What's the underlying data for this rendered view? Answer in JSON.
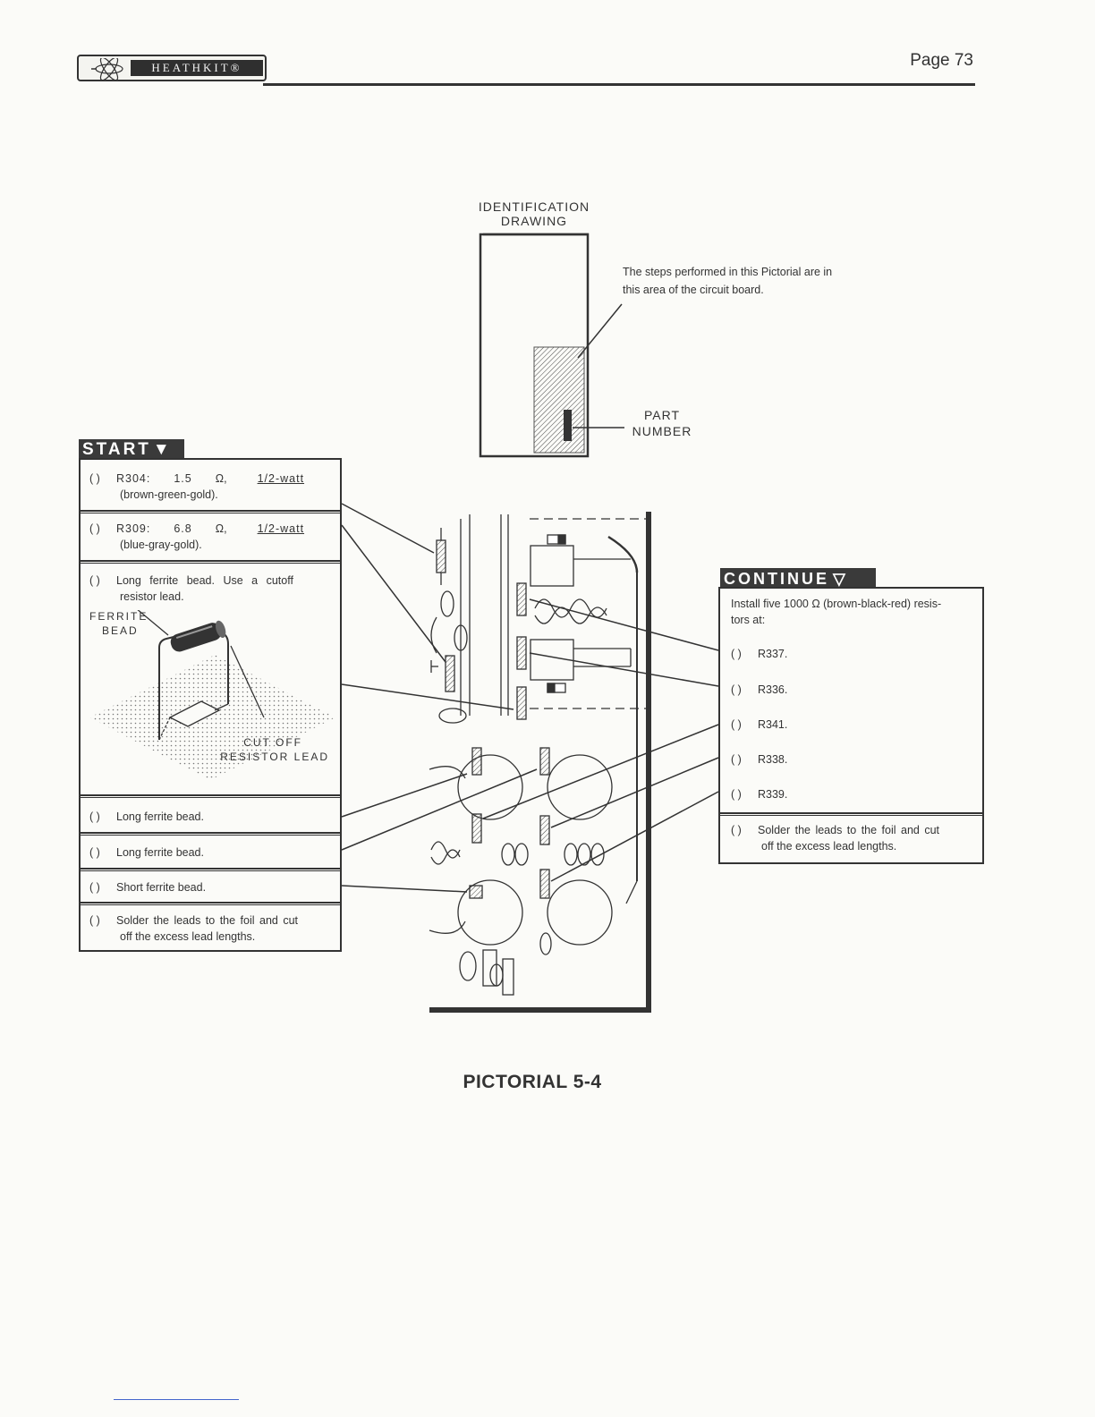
{
  "header": {
    "logo_text": "HEATHKIT®",
    "page_label": "Page 73"
  },
  "identification": {
    "title_line1": "IDENTIFICATION",
    "title_line2": "DRAWING",
    "note_line1": "The steps performed in this Pictorial are in",
    "note_line2": "this area of the circuit board.",
    "part_line1": "PART",
    "part_line2": "NUMBER"
  },
  "start": {
    "tag": "START",
    "steps": [
      {
        "check": "(  )",
        "text_a": "R304:",
        "text_b": "1.5",
        "text_c": "Ω,",
        "text_d": "1/2-watt",
        "line2": "(brown-green-gold)."
      },
      {
        "check": "(  )",
        "text_a": "R309:",
        "text_b": "6.8",
        "text_c": "Ω,",
        "text_d": "1/2-watt",
        "line2": "(blue-gray-gold)."
      },
      {
        "check": "(  )",
        "line1": "Long ferrite bead. Use a cutoff",
        "line2": "resistor lead."
      },
      {
        "check": "(  )",
        "line1": "Long ferrite bead."
      },
      {
        "check": "(  )",
        "line1": "Long ferrite bead."
      },
      {
        "check": "(  )",
        "line1": "Short ferrite bead."
      },
      {
        "check": "(  )",
        "line1": "Solder the leads to the foil and cut",
        "line2": "off the excess lead lengths."
      }
    ],
    "ferrite_label1": "FERRITE",
    "ferrite_label2": "BEAD",
    "cutoff_label1": "CUT OFF",
    "cutoff_label2": "RESISTOR LEAD"
  },
  "continue": {
    "tag": "CONTINUE",
    "intro_line1": "Install five 1000 Ω (brown-black-red) resis-",
    "intro_line2": "tors at:",
    "items": [
      {
        "check": "(  )",
        "label": "R337."
      },
      {
        "check": "(  )",
        "label": "R336."
      },
      {
        "check": "(  )",
        "label": "R341."
      },
      {
        "check": "(  )",
        "label": "R338."
      },
      {
        "check": "(  )",
        "label": "R339."
      }
    ],
    "final_check": "(  )",
    "final_line1": "Solder the leads to the foil and cut",
    "final_line2": "off the excess lead lengths."
  },
  "caption": "PICTORIAL 5-4"
}
